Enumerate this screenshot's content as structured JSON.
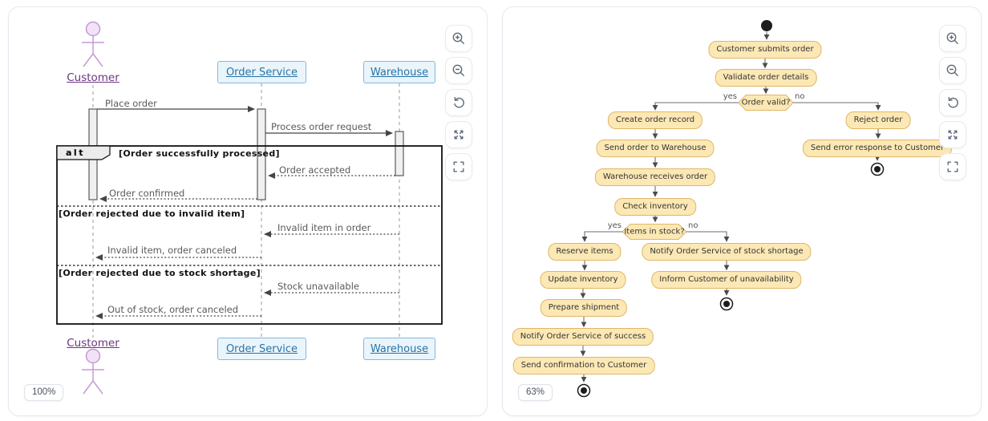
{
  "controls": {
    "buttons": [
      "zoom-in",
      "zoom-out",
      "reset-view",
      "expand",
      "fit-to-screen"
    ]
  },
  "left_panel": {
    "zoom_badge": "100%",
    "sequence": {
      "actor": "Customer",
      "participants": [
        "Order Service",
        "Warehouse"
      ],
      "messages": [
        "Place order",
        "Process order request",
        "Order accepted",
        "Order confirmed",
        "Invalid item in order",
        "Invalid item, order canceled",
        "Stock unavailable",
        "Out of stock, order canceled"
      ],
      "fragment": {
        "operator": "alt",
        "conditions": [
          "[Order successfully processed]",
          "[Order rejected due to invalid item]",
          "[Order rejected due to stock shortage]"
        ]
      }
    }
  },
  "right_panel": {
    "zoom_badge": "63%",
    "activity": {
      "nodes": [
        "Customer submits order",
        "Validate order details",
        "Create order record",
        "Send order to Warehouse",
        "Warehouse receives order",
        "Check inventory",
        "Reserve items",
        "Notify Order Service of stock shortage",
        "Update inventory",
        "Inform Customer of unavailability",
        "Prepare shipment",
        "Notify Order Service of success",
        "Send confirmation to Customer",
        "Reject order",
        "Send error response to Customer"
      ],
      "decisions": [
        "Order valid?",
        "Items in stock?"
      ],
      "yes_label": "yes",
      "no_label": "no"
    }
  },
  "colors": {
    "activity_node_fill": "#FCE8B4",
    "activity_node_border": "#E0B666",
    "participant_fill": "#EAF4FB",
    "participant_border": "#85B8DC",
    "participant_text": "#2874A6",
    "actor_text": "#6C3483",
    "actor_stroke": "#C39BD3",
    "arrow": "#454545"
  }
}
